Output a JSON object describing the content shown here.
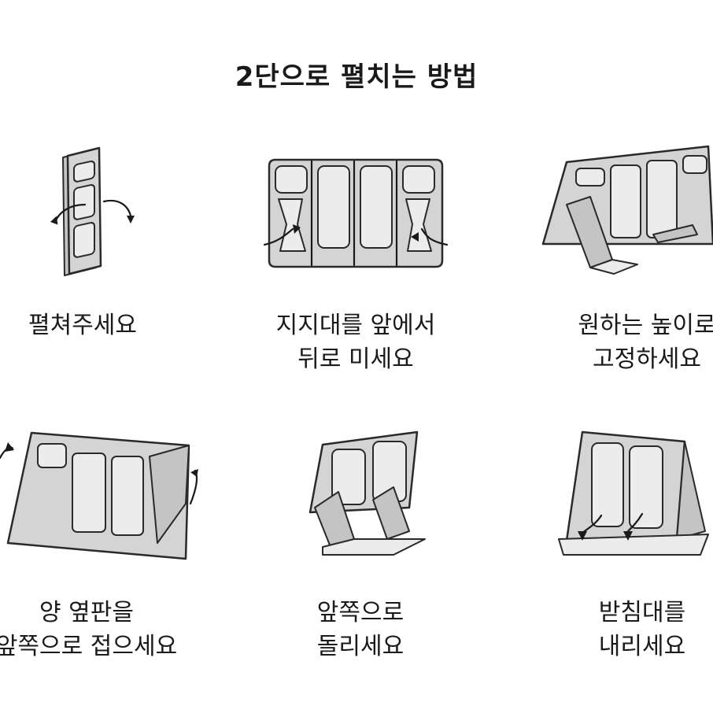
{
  "title": "2단으로 펼치는 방법",
  "steps": [
    {
      "line1": "펼쳐주세요",
      "line2": ""
    },
    {
      "line1": "지지대를 앞에서",
      "line2": "뒤로 미세요"
    },
    {
      "line1": "원하는 높이로",
      "line2": "고정하세요"
    },
    {
      "line1": "양 옆판을",
      "line2": "앞쪽으로 접으세요"
    },
    {
      "line1": "앞쪽으로",
      "line2": "돌리세요"
    },
    {
      "line1": "받침대를",
      "line2": "내리세요"
    }
  ],
  "colors": {
    "panel": "#d4d4d4",
    "outline": "#2a2a2a",
    "text": "#1a1a1a",
    "background": "#ffffff"
  }
}
